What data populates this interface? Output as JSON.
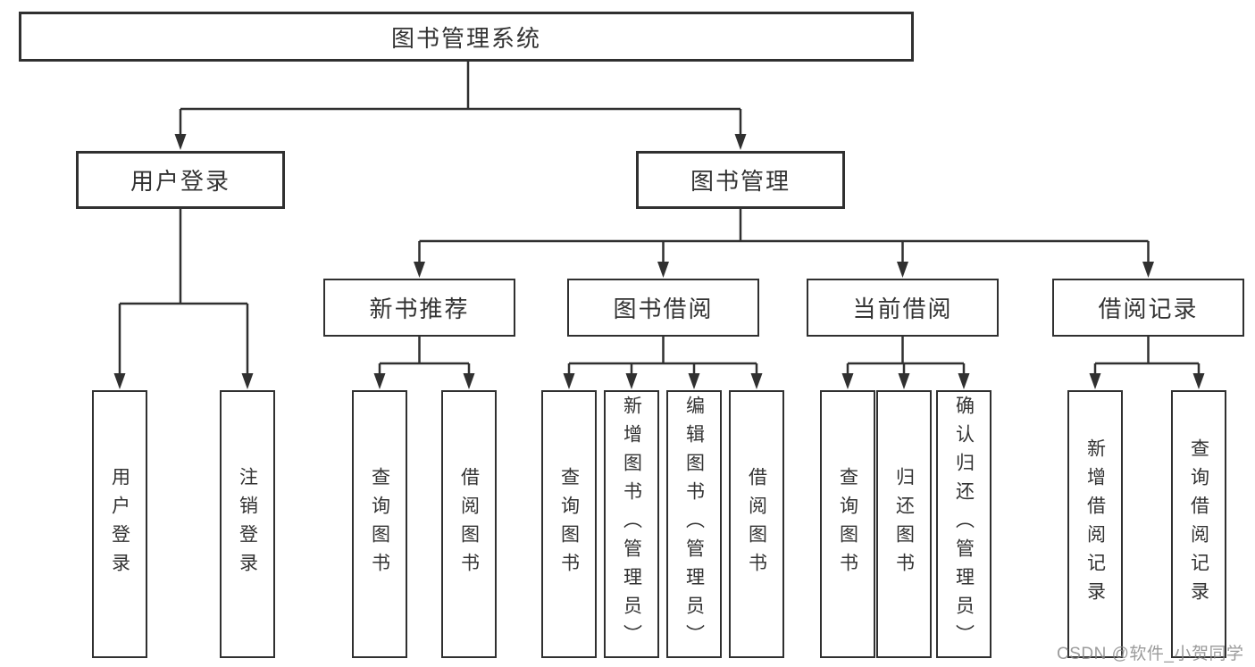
{
  "diagram": {
    "title_node": "图书管理系统",
    "colors": {
      "line": "#303030",
      "box_border": "#303030",
      "text": "#333333",
      "background": "#ffffff",
      "watermark_gray": "#8a8a8a"
    },
    "nodes": {
      "root": "图书管理系统",
      "user_login": "用户登录",
      "book_management": "图书管理",
      "new_book_recommend": "新书推荐",
      "book_borrowing": "图书借阅",
      "current_borrowing": "当前借阅",
      "borrowing_records": "借阅记录",
      "leaf_user_login": "用户登录",
      "leaf_logout": "注销登录",
      "leaf_rec_query_books": "查询图书",
      "leaf_rec_borrow_books": "借阅图书",
      "leaf_bor_query_books": "查询图书",
      "leaf_bor_add_books_admin": "新增图书（管理员）",
      "leaf_bor_edit_books_admin": "编辑图书（管理员）",
      "leaf_bor_borrow_books": "借阅图书",
      "leaf_cur_query_books": "查询图书",
      "leaf_cur_return_books": "归还图书",
      "leaf_cur_confirm_return_admin": "确认归还（管理员）",
      "leaf_add_borrow_record": "新增借阅记录",
      "leaf_query_borrow_record": "查询借阅记录"
    }
  },
  "watermark": {
    "text": "CSDN @软件_小贺同学"
  }
}
